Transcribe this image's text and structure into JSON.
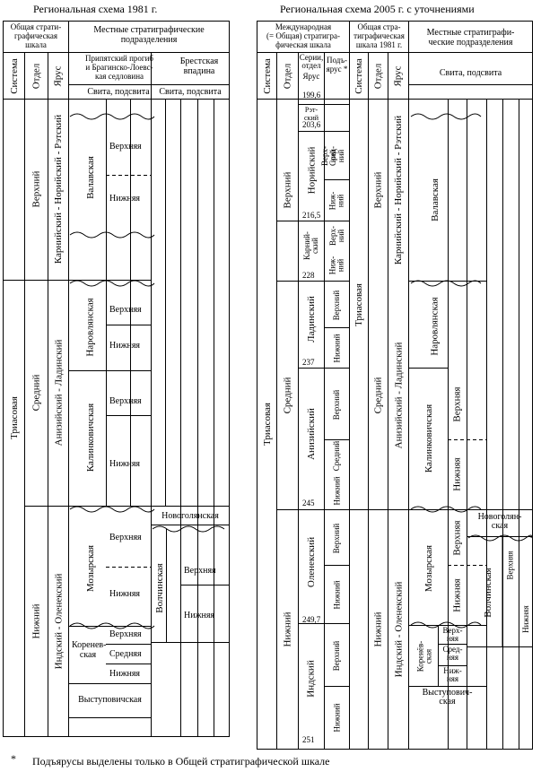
{
  "left": {
    "title": "Региональная схема 1981 г.",
    "general_scale": "Общая страти-\nграфическая\nшкала",
    "local_units": "Местные стратиграфические\nподразделения",
    "col_system": "Система",
    "col_series": "Отдел",
    "col_stage": "Ярус",
    "pripyat": "Припятский прогиб\nи Брагинско-Лоевс-\nкая седловина",
    "brest": "Брестская\nвпадина",
    "suite_sub_1": "Свита, подсвита",
    "suite_sub_2": "Свита, подсвита",
    "system_trias": "Триасовая",
    "series_upper": "Верхний",
    "series_middle": "Средний",
    "series_lower": "Нижний",
    "stage_carnian_rhaetian": "Карнийский - Норийский - Рэтский",
    "stage_anisian_ladinian": "Анизийский - Ладинский",
    "stage_induan_olenekian": "Индский - Оленекский",
    "valavskaya": "Валавская",
    "narovlyanskaya": "Наровлянская",
    "kalinkovichskaya": "Калинковичская",
    "mozyrskaya": "Мозырская",
    "korenevskaya": "Коренев-\nская",
    "vystupovichskaya": "Выступовичская",
    "novogolyanskaya": "Новоголянская",
    "volchinskaya": "Волчинская",
    "upper": "Верхняя",
    "lower": "Нижняя",
    "middle_f": "Средняя"
  },
  "right": {
    "title": "Региональная схема 2005 г. с уточнениями",
    "international": "Международная\n(= Общая) стратигра-\nфическая шкала",
    "general_1981": "Общая стра-\nтиграфическая\nшкала 1981 г.",
    "local_units": "Местные стратиграфи-\nческие подразделения",
    "col_system": "Система",
    "col_series": "Отдел",
    "col_ages": "Серии,\nотдел",
    "col_stage": "Ярус",
    "col_substage": "Подъ-\nярус *",
    "col_system_2": "Система",
    "col_series_2": "Отдел",
    "col_stage_2": "Ярус",
    "suite_sub": "Свита, подсвита",
    "age_1": "199,6",
    "age_2": "203,6",
    "age_3": "216,5",
    "age_4": "228",
    "age_5": "237",
    "age_6": "245",
    "age_7": "249,7",
    "age_8": "251",
    "system_trias": "Триасовая",
    "series_upper": "Верхний",
    "series_middle": "Средний",
    "series_lower": "Нижний",
    "stage_rhaetian": "Рэт-\nский",
    "stage_norian": "Норийский",
    "stage_carnian": "Карний-\nский",
    "stage_ladinian": "Ладинский",
    "stage_anisian": "Анизийский",
    "stage_olenekian": "Оленекский",
    "stage_induan": "Индский",
    "sub_upper": "Верхний",
    "sub_middle": "Средний",
    "sub_lower": "Нижний",
    "sub_upper_short": "Верх-\nний",
    "sub_middle_short": "Сред-\nний",
    "sub_lower_short": "Ниж-\nний",
    "stage_carnian_rhaetian": "Карнийский - Норийский - Рэтский",
    "stage_anisian_ladinian": "Анизийский - Ладинский",
    "stage_induan_olenekian": "Индский - Оленекский",
    "valavskaya": "Валавская",
    "narovlyanskaya": "Наровлянская",
    "kalinkovichskaya": "Калинковичская",
    "mozyrskaya": "Мозырская",
    "korenevskaya": "Коренёв-\nская",
    "vystupovichskaya": "Выступович-\nская",
    "novogolyanskaya": "Новоголян-\nская",
    "volchinskaya": "Волчинская",
    "upper_f": "Верхняя",
    "lower_f": "Нижняя",
    "upper_short": "Верх-\nняя",
    "middle_short": "Сред-\nняя",
    "lower_short": "Ниж-\nняя"
  },
  "footnote": {
    "mark": "*",
    "text": "Подъярусы выделены только в Общей стратиграфической шкале"
  }
}
